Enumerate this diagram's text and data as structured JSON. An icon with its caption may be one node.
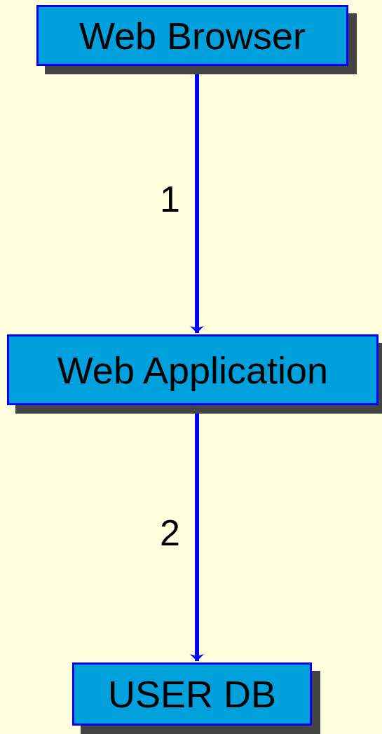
{
  "diagram": {
    "nodes": [
      {
        "text": [
          "Web Browser"
        ]
      },
      {
        "text": [
          "Web Application"
        ]
      },
      {
        "text": [
          "USER DB"
        ]
      }
    ],
    "edges": [
      {
        "from": 0,
        "to": 1,
        "arrow": "to",
        "label": "1"
      },
      {
        "from": 1,
        "to": 2,
        "arrow": "both",
        "label": "2"
      }
    ]
  }
}
